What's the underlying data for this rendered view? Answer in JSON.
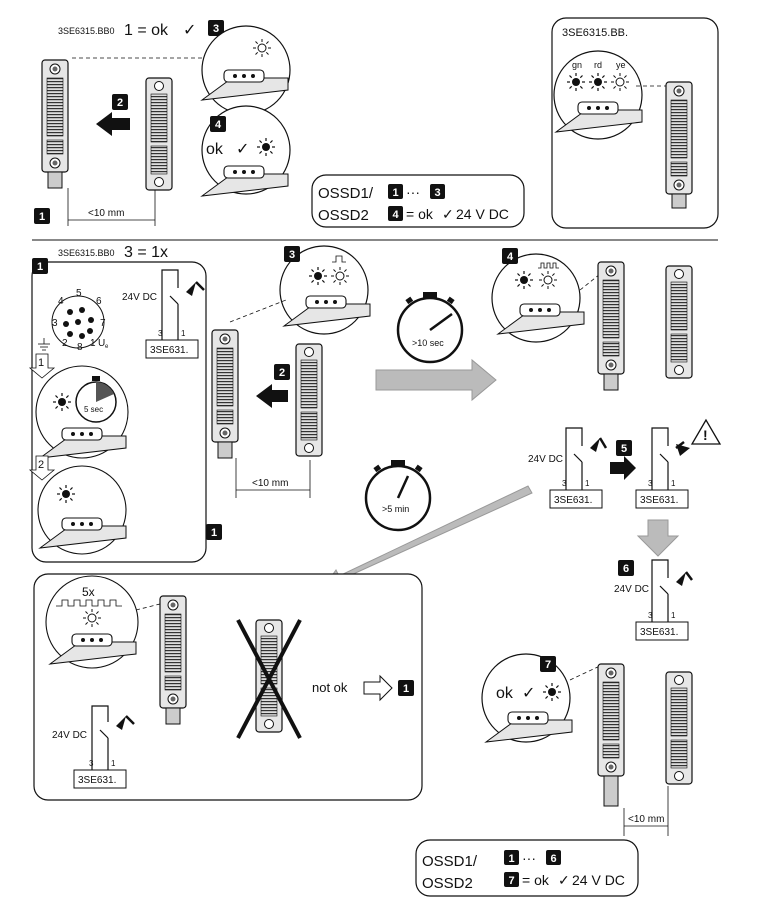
{
  "top_left": {
    "title_small": "3SE6315.BB0",
    "title_large": "1 = ok",
    "check": "✓",
    "distance": "<10 mm",
    "ok": "ok",
    "steps": {
      "s1": "1",
      "s2": "2",
      "s3": "3",
      "s4": "4"
    }
  },
  "top_legend": {
    "line1": "OSSD1/",
    "line2": "OSSD2",
    "range_from": "1",
    "ellipsis": "···",
    "range_to": "3",
    "ok_step": "4",
    "ok_text": "= ok",
    "check": "✓",
    "voltage": "24 V DC"
  },
  "top_right": {
    "title": "3SE6315.BB.",
    "leds": [
      "gn",
      "rd",
      "ye"
    ]
  },
  "mid": {
    "title_small": "3SE6315.BB0",
    "title_large": "3 = 1x",
    "connector_pins": [
      "4",
      "5",
      "6",
      "3",
      "7",
      "2",
      "8",
      "1",
      "U",
      "e"
    ],
    "voltage": "24V DC",
    "module": "3SE631.",
    "pin_a": "3",
    "pin_b": "1",
    "sub1": "1",
    "sub2": "2",
    "timer_small": "5 sec",
    "timer_10": ">10 sec",
    "timer_5min": ">5 min",
    "distance": "<10 mm",
    "steps": {
      "s1": "1",
      "s2": "2",
      "s3": "3",
      "s4": "4",
      "s5": "5",
      "s6": "6",
      "s7": "7"
    }
  },
  "bottom_left": {
    "blink": "5x",
    "voltage": "24V DC",
    "module": "3SE631.",
    "pin_a": "3",
    "pin_b": "1",
    "not_ok": "not ok",
    "goto_step": "1"
  },
  "right_flow": {
    "voltage": "24V DC",
    "module": "3SE631.",
    "pin_a": "3",
    "pin_b": "1",
    "warning": "!",
    "ok": "ok",
    "check": "✓",
    "distance": "<10 mm"
  },
  "bottom_legend": {
    "line1": "OSSD1/",
    "line2": "OSSD2",
    "range_from": "1",
    "ellipsis": "···",
    "range_to": "6",
    "ok_step": "7",
    "ok_text": "= ok",
    "check": "✓",
    "voltage": "24 V DC"
  }
}
